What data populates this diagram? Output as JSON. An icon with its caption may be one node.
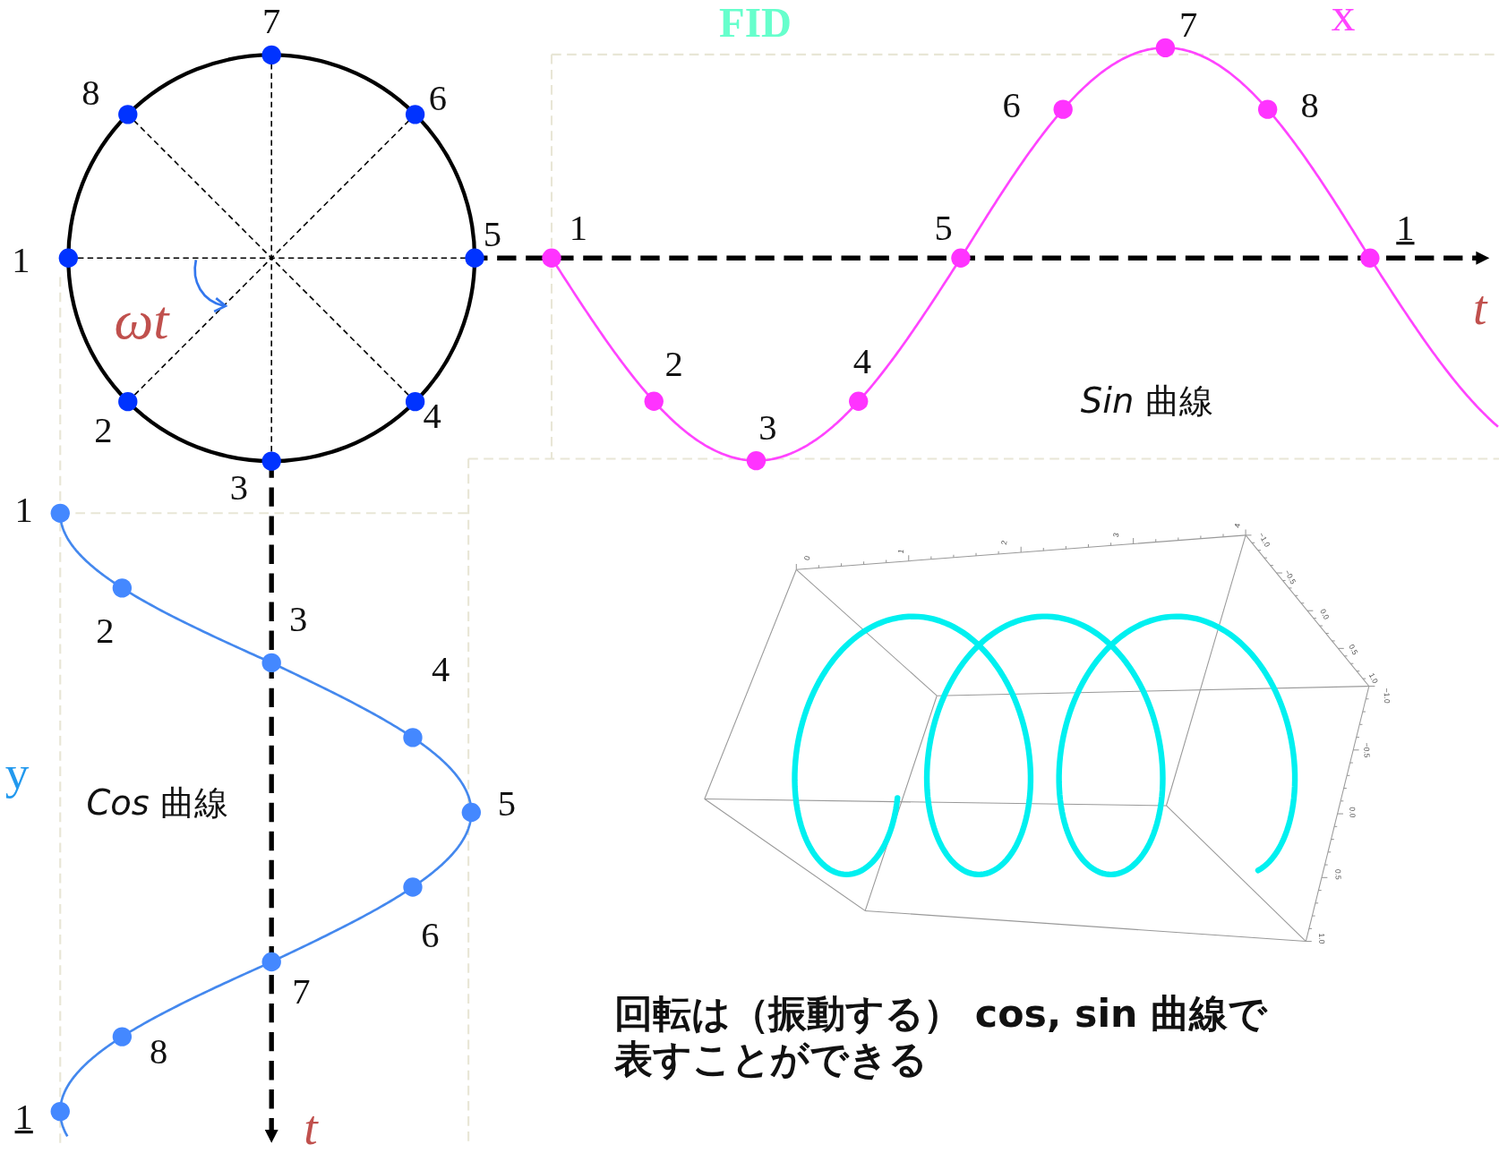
{
  "diagram": {
    "title": "FID",
    "caption": "回転は（振動する） cos, sin 曲線で表すことができる",
    "labels": [
      "7",
      "7",
      "x",
      "8",
      "6",
      "6",
      "8",
      "5",
      "1",
      "5",
      "1",
      "1",
      "ωt",
      "t",
      "2",
      "4",
      "*Sin* 曲線",
      "2",
      "4",
      "3",
      "1",
      "3",
      "0",
      "1",
      "2",
      "3",
      "4",
      "2",
      "3",
      "−1.0",
      "−0.5",
      "0.0",
      "0.5",
      "1.0",
      "4",
      "−1.0",
      "−0.5",
      "0.0",
      "0.5",
      "1.0",
      "y",
      "*Cos* 曲線",
      "5",
      "6",
      "7",
      "8",
      "1",
      "t"
    ]
  }
}
